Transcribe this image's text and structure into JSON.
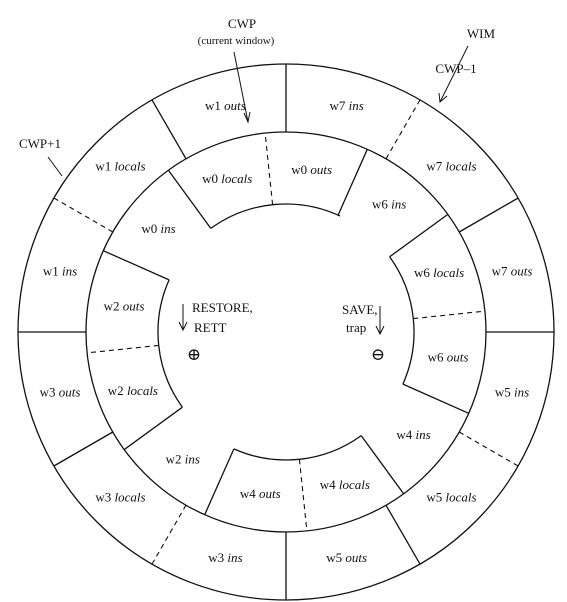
{
  "diagram": {
    "annotations": {
      "cwp": "CWP",
      "cwp_sub": "(current window)",
      "wim": "WIM",
      "cwp_minus": "CWP–1",
      "cwp_plus": "CWP+1",
      "restore_1": "RESTORE,",
      "restore_2": "RETT",
      "restore_sign": "⊕",
      "save_1": "SAVE,",
      "save_2": "trap",
      "save_sign": "⊖"
    },
    "inner_ring": [
      {
        "window": "w0",
        "part": "locals"
      },
      {
        "window": "w0",
        "part": "outs"
      },
      {
        "window": "w6",
        "part": "ins"
      },
      {
        "window": "w6",
        "part": "locals"
      },
      {
        "window": "w6",
        "part": "outs"
      },
      {
        "window": "w4",
        "part": "ins"
      },
      {
        "window": "w4",
        "part": "locals"
      },
      {
        "window": "w4",
        "part": "outs"
      },
      {
        "window": "w2",
        "part": "ins"
      },
      {
        "window": "w2",
        "part": "locals"
      },
      {
        "window": "w2",
        "part": "outs"
      },
      {
        "window": "w0",
        "part": "ins"
      }
    ],
    "outer_ring": [
      {
        "window": "w7",
        "part": "ins"
      },
      {
        "window": "w7",
        "part": "locals"
      },
      {
        "window": "w7",
        "part": "outs"
      },
      {
        "window": "w5",
        "part": "ins"
      },
      {
        "window": "w5",
        "part": "locals"
      },
      {
        "window": "w5",
        "part": "outs"
      },
      {
        "window": "w3",
        "part": "ins"
      },
      {
        "window": "w3",
        "part": "locals"
      },
      {
        "window": "w3",
        "part": "outs"
      },
      {
        "window": "w1",
        "part": "ins"
      },
      {
        "window": "w1",
        "part": "locals"
      },
      {
        "window": "w1",
        "part": "outs"
      }
    ]
  }
}
